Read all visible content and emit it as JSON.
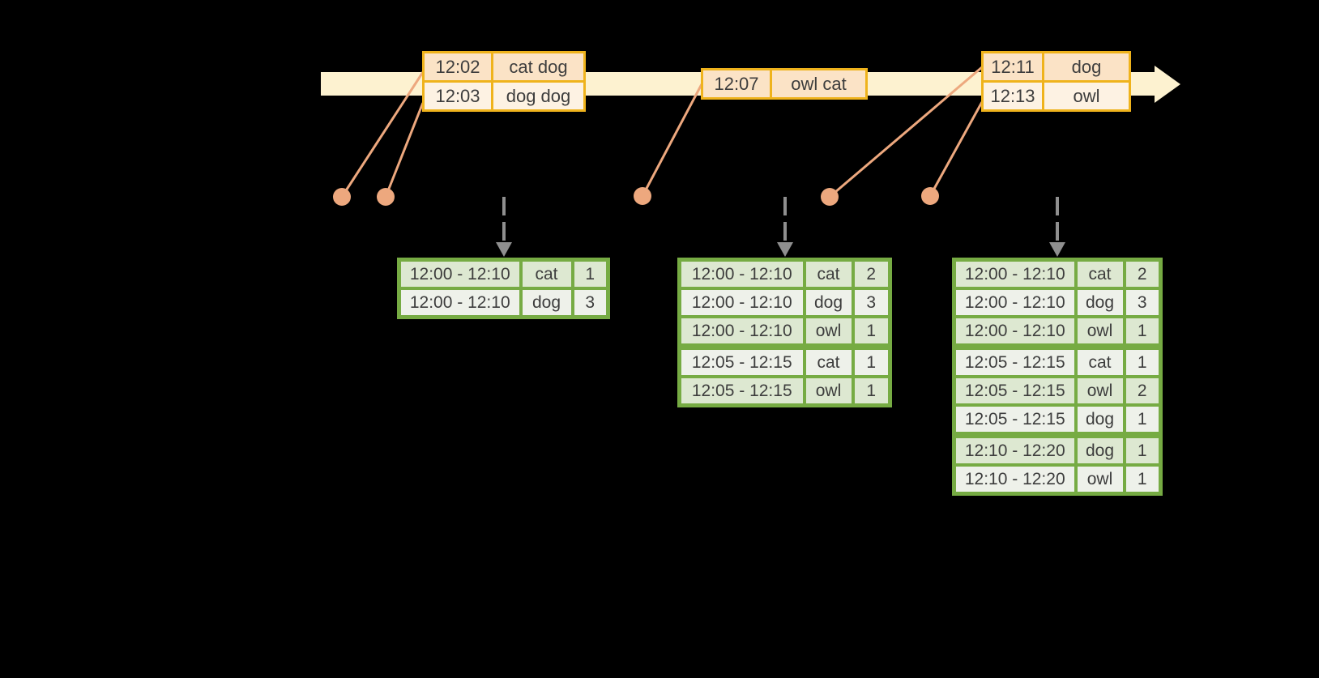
{
  "colors": {
    "background": "#000000",
    "timeline_fill": "#fdf2d0",
    "event_border": "#efb31c",
    "event_row_dark": "#fbe3c6",
    "event_row_light": "#fdf2e3",
    "connector": "#eda87e",
    "result_border": "#76ab43",
    "result_row_green": "#dde8d1",
    "result_row_light": "#eef1ea",
    "trigger_arrow": "#8f8f8f",
    "text": "#3d3d3d"
  },
  "event_tables": [
    {
      "rows": [
        {
          "time": "12:02",
          "words": "cat dog"
        },
        {
          "time": "12:03",
          "words": "dog dog"
        }
      ]
    },
    {
      "rows": [
        {
          "time": "12:07",
          "words": "owl cat"
        }
      ]
    },
    {
      "rows": [
        {
          "time": "12:11",
          "words": "dog"
        },
        {
          "time": "12:13",
          "words": "owl"
        }
      ]
    }
  ],
  "result_tables": [
    {
      "rows": [
        {
          "window": "12:00 - 12:10",
          "word": "cat",
          "count": "1"
        },
        {
          "window": "12:00 - 12:10",
          "word": "dog",
          "count": "3"
        }
      ]
    },
    {
      "rows": [
        {
          "window": "12:00 - 12:10",
          "word": "cat",
          "count": "2"
        },
        {
          "window": "12:00 - 12:10",
          "word": "dog",
          "count": "3"
        },
        {
          "window": "12:00 - 12:10",
          "word": "owl",
          "count": "1"
        },
        {
          "window": "12:05 - 12:15",
          "word": "cat",
          "count": "1"
        },
        {
          "window": "12:05 - 12:15",
          "word": "owl",
          "count": "1"
        }
      ]
    },
    {
      "rows": [
        {
          "window": "12:00 - 12:10",
          "word": "cat",
          "count": "2"
        },
        {
          "window": "12:00 - 12:10",
          "word": "dog",
          "count": "3"
        },
        {
          "window": "12:00 - 12:10",
          "word": "owl",
          "count": "1"
        },
        {
          "window": "12:05 - 12:15",
          "word": "cat",
          "count": "1"
        },
        {
          "window": "12:05 - 12:15",
          "word": "owl",
          "count": "2"
        },
        {
          "window": "12:05 - 12:15",
          "word": "dog",
          "count": "1"
        },
        {
          "window": "12:10 - 12:20",
          "word": "dog",
          "count": "1"
        },
        {
          "window": "12:10 - 12:20",
          "word": "owl",
          "count": "1"
        }
      ]
    }
  ]
}
